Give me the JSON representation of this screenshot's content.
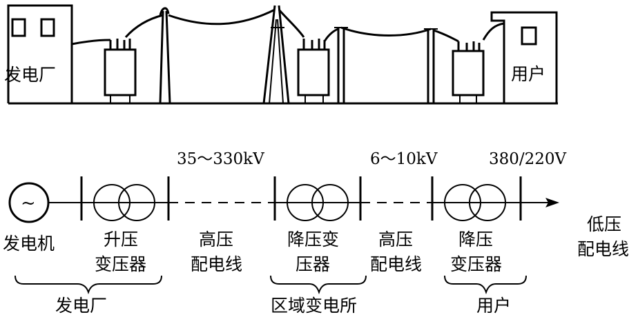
{
  "scene": {
    "power_plant": "发电厂",
    "consumer": "用户"
  },
  "schematic": {
    "generator": "发电机",
    "step_up_transformer": [
      "升压",
      "变压器"
    ],
    "hv_line": [
      "高压",
      "配电线"
    ],
    "step_down_transformer_1": [
      "降压变",
      "压器"
    ],
    "mv_line": [
      "高压",
      "配电线"
    ],
    "step_down_transformer_2": [
      "降压",
      "变压器"
    ],
    "lv_line": [
      "低压",
      "配电线"
    ],
    "voltage_hv": "35～330kV",
    "voltage_mv": "6～10kV",
    "voltage_lv": "380/220V",
    "generator_symbol": "~"
  },
  "groups": {
    "power_plant": "发电厂",
    "regional_substation": "区域变电所",
    "consumer": "用户"
  }
}
